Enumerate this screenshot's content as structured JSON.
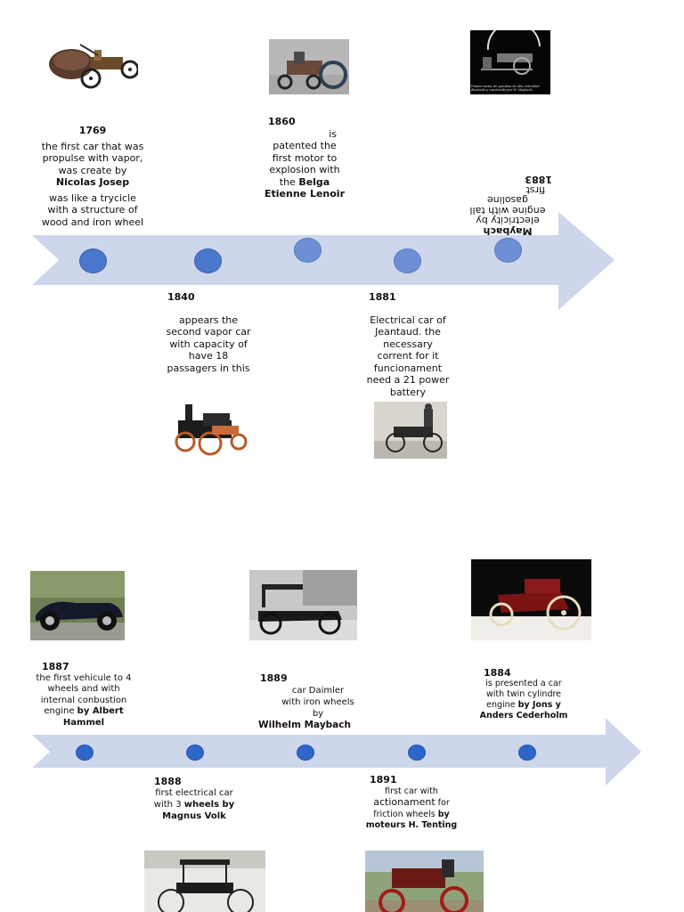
{
  "timeline1": {
    "e1769": {
      "year": "1769",
      "text1": "the first car that was propulse with vapor, was create by ",
      "bold1": "Nicolas Josep",
      "text2": "was like a trycicle with a structure of wood and iron wheel"
    },
    "e1840": {
      "year": "1840",
      "text": "appears the second vapor car with capacity of have 18 passagers in this"
    },
    "e1860": {
      "year": "1860",
      "text1": "is",
      "text2": "patented the first motor to explosion with the ",
      "bold": "Belga Etienne Lenoir"
    },
    "e1881": {
      "year": "1881",
      "text": "Electrical car of Jeantaud. the necessary corrent for it funcionament need a 21 power battery"
    },
    "e1883": {
      "year": "1883",
      "w1": "first",
      "w2": "gasoline",
      "w3": "engine  with tall",
      "w4": "electricity by",
      "bold": "Maybach",
      "image_caption": "Primer motor de gasolina de alta velocidad diseñado y construido por W. Maybach."
    }
  },
  "timeline2": {
    "e1887": {
      "year": "1887",
      "text": "the first vehicule to 4 wheels and with internal conbustion engine ",
      "bold": "by Albert Hammel"
    },
    "e1888": {
      "year": "1888",
      "text": "first electrical car with 3 ",
      "bold1": "wheels by",
      "bold2": "Magnus Volk"
    },
    "e1889": {
      "year": "1889",
      "text": "car Daimler with iron wheels by ",
      "bold": "Wilhelm Maybach"
    },
    "e1891": {
      "year": "1891",
      "text1": "first car with ",
      "bold1": "actionament",
      "text2": " for friction wheels ",
      "bold2": "by moteurs H. Tenting"
    },
    "e1884": {
      "year": "1884",
      "text": "is presented   a car with twin cylindre engine ",
      "bold": "by Jons y Anders Cederholm"
    }
  },
  "colors": {
    "arrow": "#cdd6eb",
    "dot": "#4a78cc"
  }
}
